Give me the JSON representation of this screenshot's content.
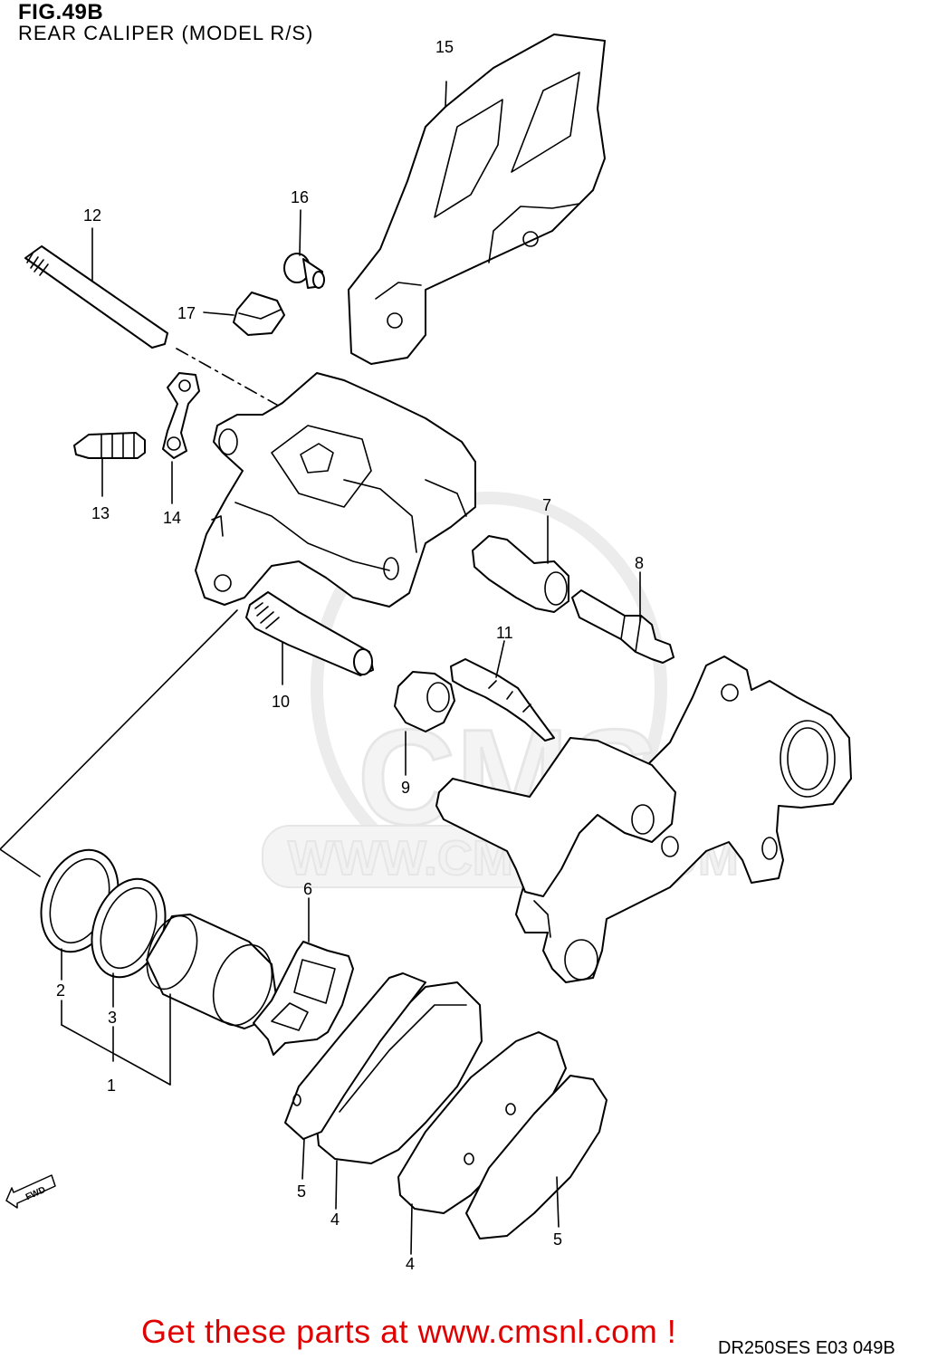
{
  "figure": {
    "number": "FIG.49B",
    "title": "REAR CALIPER (MODEL R/S)",
    "code": "DR250SES E03  049B"
  },
  "watermark": {
    "brand": "CMS",
    "url": "WWW.CMSNL.COM"
  },
  "direction_indicator": "FWD",
  "part_labels": [
    "1",
    "2",
    "3",
    "4",
    "4",
    "5",
    "5",
    "6",
    "7",
    "8",
    "9",
    "10",
    "11",
    "12",
    "13",
    "14",
    "15",
    "16",
    "17"
  ],
  "footer": {
    "link_text": "Get these parts at www.cmsnl.com !"
  },
  "colors": {
    "footer_link": "#e00000",
    "line_art": "#000000",
    "watermark": "#e6e6e6"
  }
}
